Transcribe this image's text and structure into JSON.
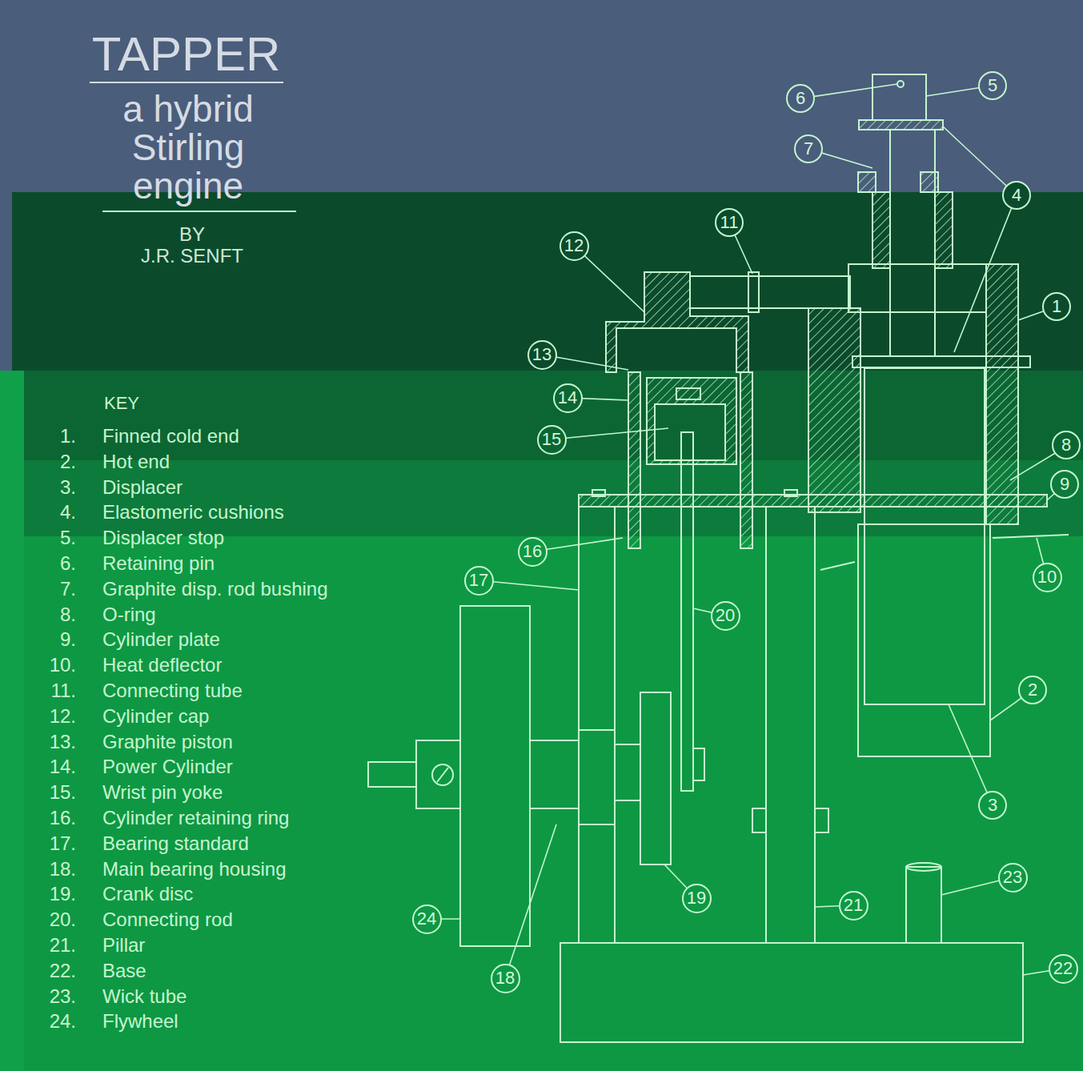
{
  "diagram": {
    "title": "TAPPER",
    "nodes": [
      {
        "text": [
          "6"
        ]
      },
      {
        "text": [
          "5"
        ]
      },
      {
        "text": [
          "7"
        ]
      },
      {
        "text": [
          "4"
        ]
      },
      {
        "text": [
          "11"
        ]
      },
      {
        "text": [
          "12"
        ]
      },
      {
        "text": [
          "1"
        ]
      },
      {
        "text": [
          "13"
        ]
      },
      {
        "text": [
          "14"
        ]
      },
      {
        "text": [
          "8"
        ]
      },
      {
        "text": [
          "15"
        ]
      },
      {
        "text": [
          "9"
        ]
      },
      {
        "text": [
          "16"
        ]
      },
      {
        "text": [
          "17"
        ]
      },
      {
        "text": [
          "10"
        ]
      },
      {
        "text": [
          "20"
        ]
      },
      {
        "text": [
          "2"
        ]
      },
      {
        "text": [
          "3"
        ]
      },
      {
        "text": [
          "23"
        ]
      },
      {
        "text": [
          "19"
        ]
      },
      {
        "text": [
          "21"
        ]
      },
      {
        "text": [
          "24"
        ]
      },
      {
        "text": [
          "22"
        ]
      },
      {
        "text": [
          "18"
        ]
      }
    ],
    "labels": [
      "a hybrid Stirling engine",
      "BY",
      "J.R. SENFT",
      "KEY",
      "1.",
      "Finned cold end",
      "2.",
      "Hot end",
      "3.",
      "Displacer",
      "4.",
      "Elastomeric cushions",
      "5.",
      "Displacer stop",
      "6.",
      "Retaining pin",
      "7.",
      "Graphite disp. rod bushing",
      "8.",
      "O-ring",
      "9.",
      "Cylinder plate",
      "10.",
      "Heat deflector",
      "11.",
      "Connecting tube",
      "12.",
      "Cylinder cap",
      "13.",
      "Graphite piston",
      "14.",
      "Power Cylinder",
      "15.",
      "Wrist pin yoke",
      "16.",
      "Cylinder retaining ring",
      "17.",
      "Bearing standard",
      "18.",
      "Main bearing housing",
      "19.",
      "Crank disc",
      "20.",
      "Connecting rod",
      "21.",
      "Pillar",
      "22.",
      "Base",
      "23.",
      "Wick tube",
      "24.",
      "Flywheel"
    ]
  }
}
